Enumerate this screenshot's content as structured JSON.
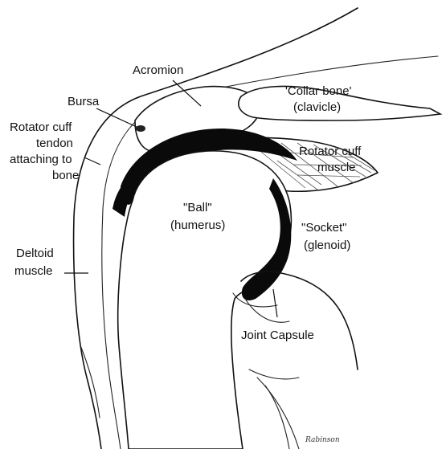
{
  "labels": {
    "acromion": "Acromion",
    "collar_bone_line1": "'Collar bone'",
    "collar_bone_line2": "(clavicle)",
    "bursa": "Bursa",
    "rc_tendon_line1": "Rotator cuff",
    "rc_tendon_line2": "tendon",
    "rc_tendon_line3": "attaching to",
    "rc_tendon_line4": "bone",
    "rc_muscle_line1": "Rotator cuff",
    "rc_muscle_line2": "muscle",
    "ball_line1": "\"Ball\"",
    "ball_line2": "(humerus)",
    "socket_line1": "\"Socket\"",
    "socket_line2": "(glenoid)",
    "deltoid_line1": "Deltoid",
    "deltoid_line2": "muscle",
    "joint_capsule": "Joint Capsule"
  },
  "artist_signature": "Rabinson"
}
